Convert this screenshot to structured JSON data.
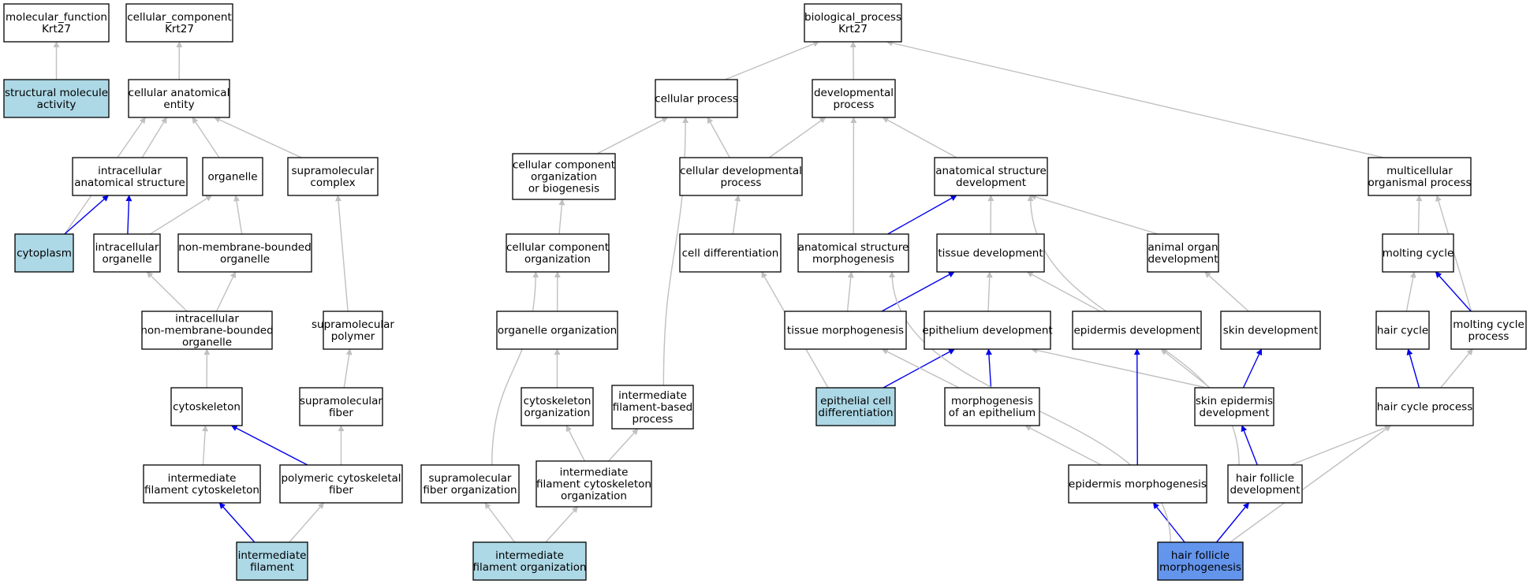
{
  "colors": {
    "node_default": "#ffffff",
    "node_annotated": "#add8e6",
    "node_focus": "#6495ed",
    "edge_default": "#c0c0c0",
    "edge_highlight": "#0000ee",
    "border": "#000000"
  },
  "nodes": [
    {
      "id": "mf_root",
      "lines": [
        "molecular_function",
        "Krt27"
      ],
      "style": "default"
    },
    {
      "id": "cc_root",
      "lines": [
        "cellular_component",
        "Krt27"
      ],
      "style": "default"
    },
    {
      "id": "bp_root",
      "lines": [
        "biological_process",
        "Krt27"
      ],
      "style": "default"
    },
    {
      "id": "structural_molecule_activity",
      "lines": [
        "structural molecule",
        "activity"
      ],
      "style": "annotated"
    },
    {
      "id": "cellular_anatomical_entity",
      "lines": [
        "cellular anatomical",
        "entity"
      ],
      "style": "default"
    },
    {
      "id": "intracellular_anatomical_structure",
      "lines": [
        "intracellular",
        "anatomical structure"
      ],
      "style": "default"
    },
    {
      "id": "organelle",
      "lines": [
        "organelle"
      ],
      "style": "default"
    },
    {
      "id": "supramolecular_complex",
      "lines": [
        "supramolecular",
        "complex"
      ],
      "style": "default"
    },
    {
      "id": "cytoplasm",
      "lines": [
        "cytoplasm"
      ],
      "style": "annotated"
    },
    {
      "id": "intracellular_organelle",
      "lines": [
        "intracellular",
        "organelle"
      ],
      "style": "default"
    },
    {
      "id": "non_membrane_bounded_organelle",
      "lines": [
        "non-membrane-bounded",
        "organelle"
      ],
      "style": "default"
    },
    {
      "id": "intracellular_nmb_organelle",
      "lines": [
        "intracellular",
        "non-membrane-bounded",
        "organelle"
      ],
      "style": "default"
    },
    {
      "id": "supramolecular_polymer",
      "lines": [
        "supramolecular",
        "polymer"
      ],
      "style": "default"
    },
    {
      "id": "cytoskeleton",
      "lines": [
        "cytoskeleton"
      ],
      "style": "default"
    },
    {
      "id": "supramolecular_fiber",
      "lines": [
        "supramolecular",
        "fiber"
      ],
      "style": "default"
    },
    {
      "id": "intermediate_filament_cytoskeleton",
      "lines": [
        "intermediate",
        "filament cytoskeleton"
      ],
      "style": "default"
    },
    {
      "id": "polymeric_cytoskeletal_fiber",
      "lines": [
        "polymeric cytoskeletal",
        "fiber"
      ],
      "style": "default"
    },
    {
      "id": "intermediate_filament",
      "lines": [
        "intermediate",
        "filament"
      ],
      "style": "annotated"
    },
    {
      "id": "cellular_process",
      "lines": [
        "cellular process"
      ],
      "style": "default"
    },
    {
      "id": "developmental_process",
      "lines": [
        "developmental",
        "process"
      ],
      "style": "default"
    },
    {
      "id": "cc_org_or_biogenesis",
      "lines": [
        "cellular component",
        "organization",
        "or biogenesis"
      ],
      "style": "default"
    },
    {
      "id": "cellular_developmental_process",
      "lines": [
        "cellular developmental",
        "process"
      ],
      "style": "default"
    },
    {
      "id": "anatomical_structure_development",
      "lines": [
        "anatomical structure",
        "development"
      ],
      "style": "default"
    },
    {
      "id": "multicellular_organismal_process",
      "lines": [
        "multicellular",
        "organismal process"
      ],
      "style": "default"
    },
    {
      "id": "cc_organization",
      "lines": [
        "cellular component",
        "organization"
      ],
      "style": "default"
    },
    {
      "id": "cell_differentiation",
      "lines": [
        "cell differentiation"
      ],
      "style": "default"
    },
    {
      "id": "anatomical_structure_morphogenesis",
      "lines": [
        "anatomical structure",
        "morphogenesis"
      ],
      "style": "default"
    },
    {
      "id": "tissue_development",
      "lines": [
        "tissue development"
      ],
      "style": "default"
    },
    {
      "id": "animal_organ_development",
      "lines": [
        "animal organ",
        "development"
      ],
      "style": "default"
    },
    {
      "id": "molting_cycle",
      "lines": [
        "molting cycle"
      ],
      "style": "default"
    },
    {
      "id": "organelle_organization",
      "lines": [
        "organelle organization"
      ],
      "style": "default"
    },
    {
      "id": "tissue_morphogenesis",
      "lines": [
        "tissue morphogenesis"
      ],
      "style": "default"
    },
    {
      "id": "epithelium_development",
      "lines": [
        "epithelium development"
      ],
      "style": "default"
    },
    {
      "id": "epidermis_development",
      "lines": [
        "epidermis development"
      ],
      "style": "default"
    },
    {
      "id": "skin_development",
      "lines": [
        "skin development"
      ],
      "style": "default"
    },
    {
      "id": "hair_cycle",
      "lines": [
        "hair cycle"
      ],
      "style": "default"
    },
    {
      "id": "molting_cycle_process",
      "lines": [
        "molting cycle",
        "process"
      ],
      "style": "default"
    },
    {
      "id": "cytoskeleton_organization",
      "lines": [
        "cytoskeleton",
        "organization"
      ],
      "style": "default"
    },
    {
      "id": "if_based_process",
      "lines": [
        "intermediate",
        "filament-based",
        "process"
      ],
      "style": "default"
    },
    {
      "id": "epithelial_cell_differentiation",
      "lines": [
        "epithelial cell",
        "differentiation"
      ],
      "style": "annotated"
    },
    {
      "id": "morphogenesis_of_an_epithelium",
      "lines": [
        "morphogenesis",
        "of an epithelium"
      ],
      "style": "default"
    },
    {
      "id": "skin_epidermis_development",
      "lines": [
        "skin epidermis",
        "development"
      ],
      "style": "default"
    },
    {
      "id": "hair_cycle_process",
      "lines": [
        "hair cycle process"
      ],
      "style": "default"
    },
    {
      "id": "supramolecular_fiber_organization",
      "lines": [
        "supramolecular",
        "fiber organization"
      ],
      "style": "default"
    },
    {
      "id": "if_cytoskeleton_organization",
      "lines": [
        "intermediate",
        "filament cytoskeleton",
        "organization"
      ],
      "style": "default"
    },
    {
      "id": "epidermis_morphogenesis",
      "lines": [
        "epidermis morphogenesis"
      ],
      "style": "default"
    },
    {
      "id": "hair_follicle_development",
      "lines": [
        "hair follicle",
        "development"
      ],
      "style": "default"
    },
    {
      "id": "intermediate_filament_organization",
      "lines": [
        "intermediate",
        "filament organization"
      ],
      "style": "annotated"
    },
    {
      "id": "hair_follicle_morphogenesis",
      "lines": [
        "hair follicle",
        "morphogenesis"
      ],
      "style": "focus"
    }
  ],
  "edges": [
    {
      "from": "structural_molecule_activity",
      "to": "mf_root",
      "hl": false
    },
    {
      "from": "cellular_anatomical_entity",
      "to": "cc_root",
      "hl": false
    },
    {
      "from": "intracellular_anatomical_structure",
      "to": "cellular_anatomical_entity",
      "hl": false
    },
    {
      "from": "organelle",
      "to": "cellular_anatomical_entity",
      "hl": false
    },
    {
      "from": "supramolecular_complex",
      "to": "cellular_anatomical_entity",
      "hl": false
    },
    {
      "from": "cytoplasm",
      "to": "cellular_anatomical_entity",
      "hl": false
    },
    {
      "from": "cytoplasm",
      "to": "intracellular_anatomical_structure",
      "hl": true
    },
    {
      "from": "intracellular_organelle",
      "to": "intracellular_anatomical_structure",
      "hl": true
    },
    {
      "from": "intracellular_organelle",
      "to": "organelle",
      "hl": false
    },
    {
      "from": "non_membrane_bounded_organelle",
      "to": "organelle",
      "hl": false
    },
    {
      "from": "intracellular_nmb_organelle",
      "to": "intracellular_organelle",
      "hl": false
    },
    {
      "from": "intracellular_nmb_organelle",
      "to": "non_membrane_bounded_organelle",
      "hl": false
    },
    {
      "from": "supramolecular_polymer",
      "to": "supramolecular_complex",
      "hl": false
    },
    {
      "from": "cytoskeleton",
      "to": "intracellular_nmb_organelle",
      "hl": false
    },
    {
      "from": "supramolecular_fiber",
      "to": "supramolecular_polymer",
      "hl": false
    },
    {
      "from": "intermediate_filament_cytoskeleton",
      "to": "cytoskeleton",
      "hl": false
    },
    {
      "from": "polymeric_cytoskeletal_fiber",
      "to": "cytoskeleton",
      "hl": true
    },
    {
      "from": "polymeric_cytoskeletal_fiber",
      "to": "supramolecular_fiber",
      "hl": false
    },
    {
      "from": "intermediate_filament",
      "to": "intermediate_filament_cytoskeleton",
      "hl": true
    },
    {
      "from": "intermediate_filament",
      "to": "polymeric_cytoskeletal_fiber",
      "hl": false
    },
    {
      "from": "cellular_process",
      "to": "bp_root",
      "hl": false
    },
    {
      "from": "developmental_process",
      "to": "bp_root",
      "hl": false
    },
    {
      "from": "multicellular_organismal_process",
      "to": "bp_root",
      "hl": false
    },
    {
      "from": "cc_org_or_biogenesis",
      "to": "cellular_process",
      "hl": false
    },
    {
      "from": "cellular_developmental_process",
      "to": "cellular_process",
      "hl": false
    },
    {
      "from": "cellular_developmental_process",
      "to": "developmental_process",
      "hl": false
    },
    {
      "from": "anatomical_structure_development",
      "to": "developmental_process",
      "hl": false
    },
    {
      "from": "anatomical_structure_morphogenesis",
      "to": "developmental_process",
      "hl": false
    },
    {
      "from": "if_based_process",
      "to": "cellular_process",
      "hl": false
    },
    {
      "from": "cc_organization",
      "to": "cc_org_or_biogenesis",
      "hl": false
    },
    {
      "from": "cell_differentiation",
      "to": "cellular_developmental_process",
      "hl": false
    },
    {
      "from": "anatomical_structure_morphogenesis",
      "to": "anatomical_structure_development",
      "hl": true
    },
    {
      "from": "tissue_development",
      "to": "anatomical_structure_development",
      "hl": false
    },
    {
      "from": "animal_organ_development",
      "to": "anatomical_structure_development",
      "hl": false
    },
    {
      "from": "hair_follicle_development",
      "to": "anatomical_structure_development",
      "hl": false
    },
    {
      "from": "molting_cycle",
      "to": "multicellular_organismal_process",
      "hl": false
    },
    {
      "from": "molting_cycle_process",
      "to": "multicellular_organismal_process",
      "hl": false
    },
    {
      "from": "organelle_organization",
      "to": "cc_organization",
      "hl": false
    },
    {
      "from": "supramolecular_fiber_organization",
      "to": "cc_organization",
      "hl": false
    },
    {
      "from": "tissue_morphogenesis",
      "to": "anatomical_structure_morphogenesis",
      "hl": false
    },
    {
      "from": "tissue_morphogenesis",
      "to": "tissue_development",
      "hl": true
    },
    {
      "from": "epithelium_development",
      "to": "tissue_development",
      "hl": false
    },
    {
      "from": "epidermis_development",
      "to": "tissue_development",
      "hl": false
    },
    {
      "from": "skin_development",
      "to": "animal_organ_development",
      "hl": false
    },
    {
      "from": "hair_cycle",
      "to": "molting_cycle",
      "hl": false
    },
    {
      "from": "molting_cycle_process",
      "to": "molting_cycle",
      "hl": true
    },
    {
      "from": "cytoskeleton_organization",
      "to": "organelle_organization",
      "hl": false
    },
    {
      "from": "epithelial_cell_differentiation",
      "to": "cell_differentiation",
      "hl": false
    },
    {
      "from": "epithelial_cell_differentiation",
      "to": "epithelium_development",
      "hl": true
    },
    {
      "from": "morphogenesis_of_an_epithelium",
      "to": "epithelium_development",
      "hl": true
    },
    {
      "from": "morphogenesis_of_an_epithelium",
      "to": "tissue_morphogenesis",
      "hl": false
    },
    {
      "from": "skin_epidermis_development",
      "to": "epithelium_development",
      "hl": false
    },
    {
      "from": "skin_epidermis_development",
      "to": "epidermis_development",
      "hl": false
    },
    {
      "from": "skin_epidermis_development",
      "to": "skin_development",
      "hl": true
    },
    {
      "from": "hair_cycle_process",
      "to": "hair_cycle",
      "hl": true
    },
    {
      "from": "hair_cycle_process",
      "to": "molting_cycle_process",
      "hl": false
    },
    {
      "from": "if_cytoskeleton_organization",
      "to": "cytoskeleton_organization",
      "hl": false
    },
    {
      "from": "if_cytoskeleton_organization",
      "to": "if_based_process",
      "hl": false
    },
    {
      "from": "epidermis_morphogenesis",
      "to": "morphogenesis_of_an_epithelium",
      "hl": false
    },
    {
      "from": "epidermis_morphogenesis",
      "to": "epidermis_development",
      "hl": true
    },
    {
      "from": "hair_follicle_development",
      "to": "skin_epidermis_development",
      "hl": true
    },
    {
      "from": "hair_follicle_development",
      "to": "hair_cycle_process",
      "hl": false
    },
    {
      "from": "intermediate_filament_organization",
      "to": "supramolecular_fiber_organization",
      "hl": false
    },
    {
      "from": "intermediate_filament_organization",
      "to": "if_cytoskeleton_organization",
      "hl": false
    },
    {
      "from": "hair_follicle_morphogenesis",
      "to": "epidermis_morphogenesis",
      "hl": true
    },
    {
      "from": "hair_follicle_morphogenesis",
      "to": "hair_follicle_development",
      "hl": true
    },
    {
      "from": "hair_follicle_morphogenesis",
      "to": "hair_cycle_process",
      "hl": false
    },
    {
      "from": "hair_follicle_morphogenesis",
      "to": "anatomical_structure_morphogenesis",
      "hl": false
    }
  ]
}
